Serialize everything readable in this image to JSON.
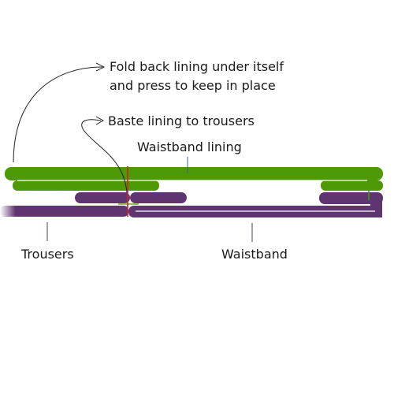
{
  "labels": {
    "fold_back_line1": "Fold back lining under itself",
    "fold_back_line2": "and press to keep in place",
    "baste": "Baste lining to trousers",
    "waistband_lining": "Waistband lining",
    "trousers": "Trousers",
    "waistband": "Waistband"
  },
  "colors": {
    "lining_green": "#4e9a06",
    "fabric_purple": "#5e3570",
    "stitch_red": "#d42020",
    "arrow_line": "#222222",
    "lining_stitch": "#ffffff"
  }
}
